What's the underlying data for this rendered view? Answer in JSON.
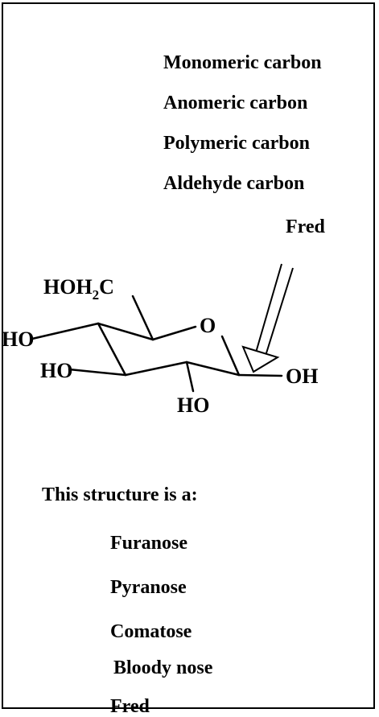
{
  "question1": {
    "options": [
      "Monomeric carbon",
      "Anomeric carbon",
      "Polymeric carbon",
      "Aldehyde carbon",
      "Fred"
    ]
  },
  "structure": {
    "hoh2c": "HOH",
    "hoh2c_sub": "2",
    "hoh2c_c": "C",
    "ring_o": "O",
    "ho_c4": "HO",
    "ho_c3": "HO",
    "ho_c2": "HO",
    "oh_c1": "OH"
  },
  "question2": {
    "prompt": "This structure is a:",
    "options": [
      "Furanose",
      "Pyranose",
      "Comatose",
      "Bloody nose",
      "Fred"
    ]
  }
}
